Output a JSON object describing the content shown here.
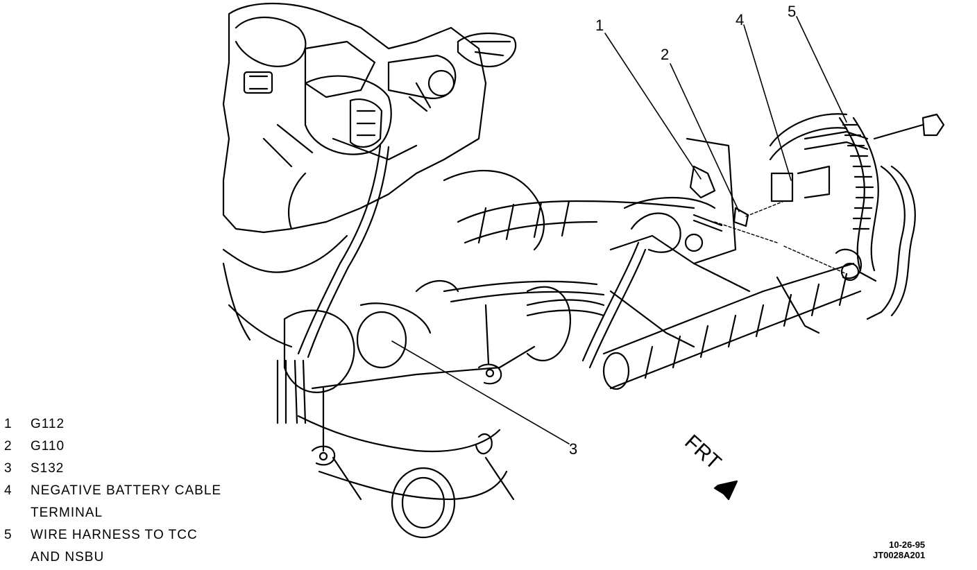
{
  "callouts": [
    {
      "number": "1"
    },
    {
      "number": "2"
    },
    {
      "number": "3"
    },
    {
      "number": "4"
    },
    {
      "number": "5"
    }
  ],
  "legend": [
    {
      "number": "1",
      "lines": [
        "G112"
      ]
    },
    {
      "number": "2",
      "lines": [
        "G110"
      ]
    },
    {
      "number": "3",
      "lines": [
        "S132"
      ]
    },
    {
      "number": "4",
      "lines": [
        "NEGATIVE BATTERY CABLE",
        "TERMINAL"
      ]
    },
    {
      "number": "5",
      "lines": [
        "WIRE HARNESS TO TCC",
        "AND NSBU"
      ]
    }
  ],
  "direction_label": "FRT",
  "stamp": {
    "date": "10-26-95",
    "code": "JT0028A201"
  }
}
